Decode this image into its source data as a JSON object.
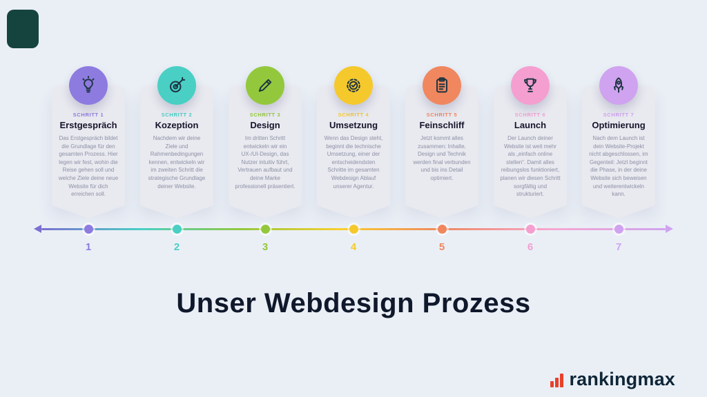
{
  "page": {
    "title": "Unser Webdesign Prozess"
  },
  "brand": {
    "name": "rankingmax",
    "icon_color": "#e8402a",
    "text_color": "#0f2637"
  },
  "steps": [
    {
      "label": "SCHRITT 1",
      "title": "Erstgespräch",
      "number": "1",
      "color": "#8d7be0",
      "icon": "lightbulb-icon",
      "description": "Das Erstgespräch bildet die Grundlage für den gesamten Prozess. Hier legen wir fest, wohin die Reise gehen soll und welche Ziele deine neue Website für dich erreichen soll."
    },
    {
      "label": "SCHRITT 2",
      "title": "Kozeption",
      "number": "2",
      "color": "#49cfc4",
      "icon": "target-icon",
      "description": "Nachdem wir deine Ziele und Rahmenbedingungen kennen, entwickeln wir im zweiten Schritt die strategische Grundlage deiner Website."
    },
    {
      "label": "SCHRITT 3",
      "title": "Design",
      "number": "3",
      "color": "#93c83d",
      "icon": "pencil-icon",
      "description": "Im dritten Schritt entwickeln wir ein UX-/UI-Design, das Nutzer intuitiv führt, Vertrauen aufbaut und deine Marke professionell präsentiert."
    },
    {
      "label": "SCHRITT 4",
      "title": "Umsetzung",
      "number": "4",
      "color": "#f5c92c",
      "icon": "gear-check-icon",
      "description": "Wenn das Design steht, beginnt die technische Umsetzung, einer der entscheidendsten Schritte im gesamten Webdesign Ablauf unserer Agentur."
    },
    {
      "label": "SCHRITT 5",
      "title": "Feinschliff",
      "number": "5",
      "color": "#f0875f",
      "icon": "clipboard-icon",
      "description": "Jetzt kommt alles zusammen: Inhalte, Design und Technik werden final verbunden und bis ins Detail optimiert."
    },
    {
      "label": "SCHRITT 6",
      "title": "Launch",
      "number": "6",
      "color": "#f49fd0",
      "icon": "trophy-icon",
      "description": "Der Launch deiner Website ist weit mehr als „einfach online stellen“. Damit alles reibungslos funktioniert, planen wir diesen Schritt sorgfältig und strukturiert."
    },
    {
      "label": "SCHRITT 7",
      "title": "Optimierung",
      "number": "7",
      "color": "#cfa3ef",
      "icon": "rocket-icon",
      "description": "Nach dem Launch ist dein Website-Projekt nicht abgeschlossen, im Gegenteil: Jetzt beginnt die Phase, in der deine Website sich beweisen und weiterentwickeln kann."
    }
  ]
}
